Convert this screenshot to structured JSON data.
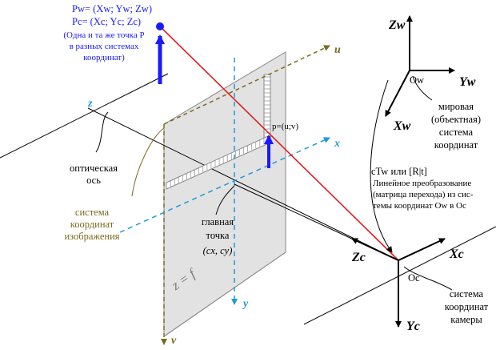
{
  "point_labels": {
    "pw": "Pw= (Xw; Yw; Zw)",
    "pc": "Pc= (Xc; Yc; Zc)",
    "note_line1": "(Одна и та же точка P",
    "note_line2": "в разных системах",
    "note_line3": "координат)",
    "image_point": "p=(u;v)"
  },
  "axes": {
    "u": "u",
    "v": "v",
    "x": "x",
    "y": "y",
    "z": "z",
    "Zw": "Zw",
    "Yw": "Yw",
    "Xw": "Xw",
    "Ow": "Ow",
    "Zc": "Zc",
    "Xc": "Xc",
    "Yc": "Yc",
    "Oc": "Oc"
  },
  "labels": {
    "optical_axis_1": "оптическая",
    "optical_axis_2": "ось",
    "image_cs_1": "система",
    "image_cs_2": "координат",
    "image_cs_3": "изображения",
    "principal_1": "главная",
    "principal_2": "точка",
    "principal_3": "(cx, cy)",
    "focal": "z = f",
    "world_cs_1": "мировая",
    "world_cs_2": "(объектная)",
    "world_cs_3": "система",
    "world_cs_4": "координат",
    "transform_title": "cTw или [R|t]",
    "transform_1": "Линейное преобразование",
    "transform_2": "(матрица перехода) из сис-",
    "transform_3": "темы координат Ow в Oc",
    "camera_cs_1": "система",
    "camera_cs_2": "координат",
    "camera_cs_3": "камеры"
  },
  "colors": {
    "blue": "#1a1aff",
    "red": "#e02020",
    "olive": "#7a6a20",
    "cyan": "#1f9ad6",
    "plane": "#e2e2e2"
  }
}
